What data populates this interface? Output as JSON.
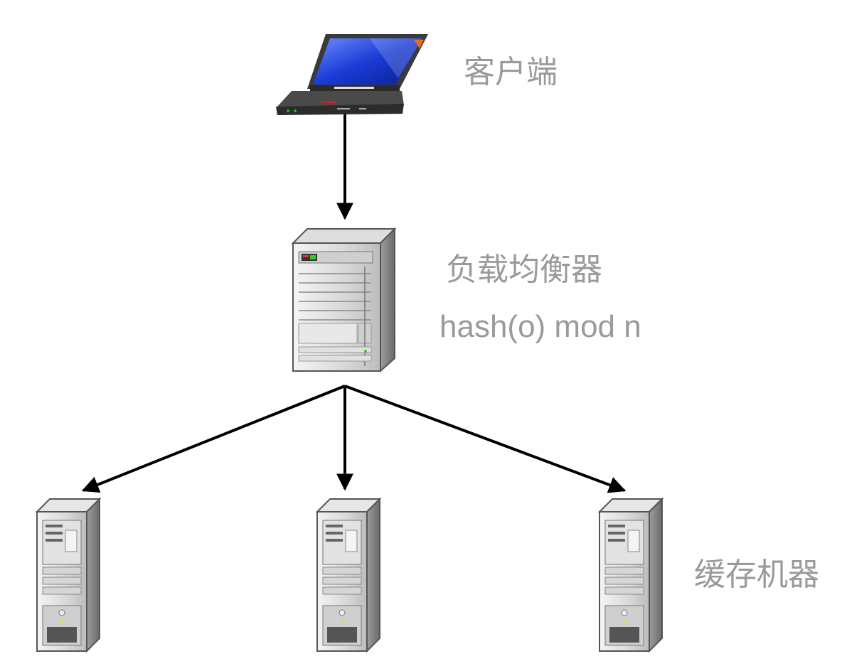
{
  "labels": {
    "client": "客户端",
    "load_balancer": "负载均衡器",
    "hash_formula": "hash(o) mod n",
    "cache_machines": "缓存机器"
  },
  "nodes": [
    {
      "id": "client",
      "icon": "laptop-icon"
    },
    {
      "id": "load-balancer",
      "icon": "server-icon"
    },
    {
      "id": "cache-1",
      "icon": "tower-server-icon"
    },
    {
      "id": "cache-2",
      "icon": "tower-server-icon"
    },
    {
      "id": "cache-3",
      "icon": "tower-server-icon"
    }
  ],
  "edges": [
    {
      "from": "client",
      "to": "load-balancer"
    },
    {
      "from": "load-balancer",
      "to": "cache-1"
    },
    {
      "from": "load-balancer",
      "to": "cache-2"
    },
    {
      "from": "load-balancer",
      "to": "cache-3"
    }
  ],
  "colors": {
    "label": "#9a9a9a",
    "arrow": "#000000",
    "laptop_screen": "#1a3bd6",
    "server_body": "#c8c8c8"
  }
}
